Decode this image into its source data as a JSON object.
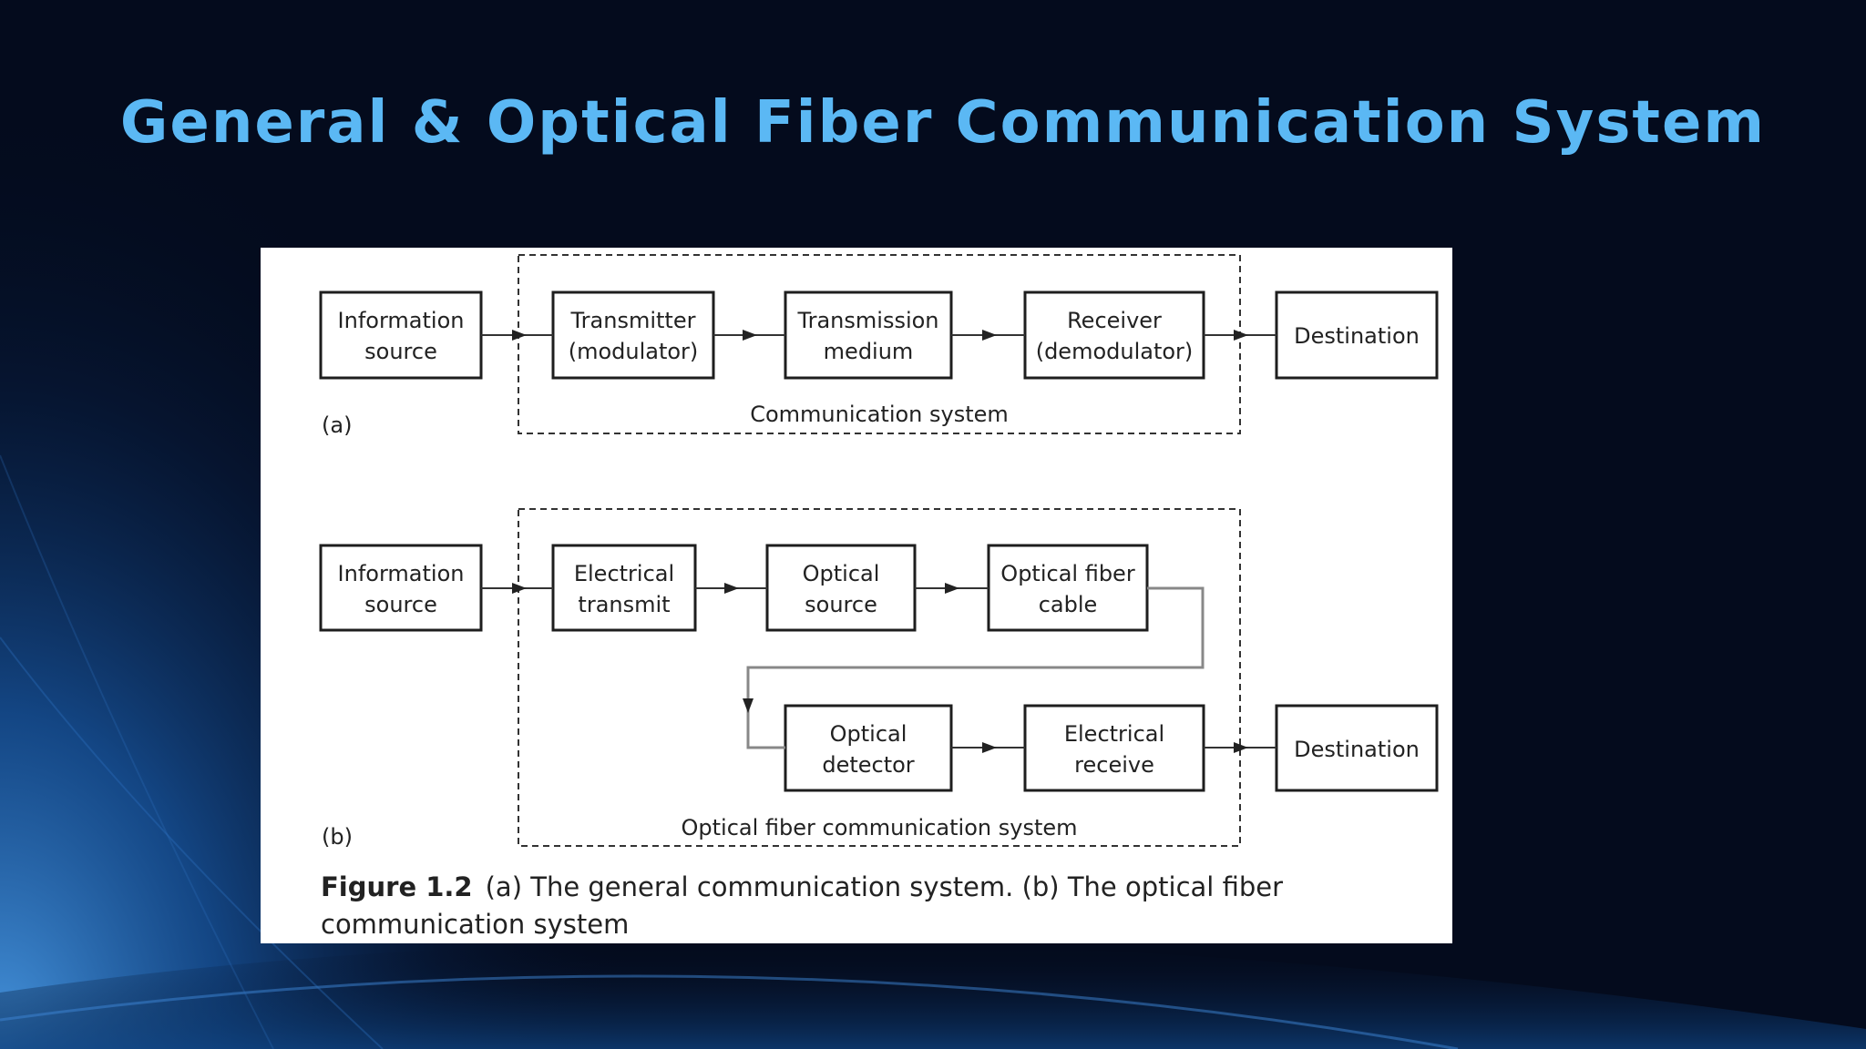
{
  "slide": {
    "title": "General & Optical Fiber Communication System"
  },
  "colors": {
    "background": "#040b1d",
    "title": "#5bb8f4",
    "panel": "#ffffff"
  },
  "figure": {
    "part_a": {
      "label": "(a)",
      "boxes": {
        "info_source": [
          "Information",
          "source"
        ],
        "transmitter": [
          "Transmitter",
          "(modulator)"
        ],
        "medium": [
          "Transmission",
          "medium"
        ],
        "receiver": [
          "Receiver",
          "(demodulator)"
        ],
        "destination": [
          "Destination"
        ]
      },
      "group_label": "Communication system"
    },
    "part_b": {
      "label": "(b)",
      "boxes": {
        "info_source": [
          "Information",
          "source"
        ],
        "electrical_transmit": [
          "Electrical",
          "transmit"
        ],
        "optical_source": [
          "Optical",
          "source"
        ],
        "fiber_cable": [
          "Optical fiber",
          "cable"
        ],
        "optical_detector": [
          "Optical",
          "detector"
        ],
        "electrical_receive": [
          "Electrical",
          "receive"
        ],
        "destination": [
          "Destination"
        ]
      },
      "group_label": "Optical fiber communication system"
    },
    "caption": {
      "number": "Figure 1.2",
      "text": "(a) The general communication system. (b) The optical fiber communication system"
    }
  }
}
